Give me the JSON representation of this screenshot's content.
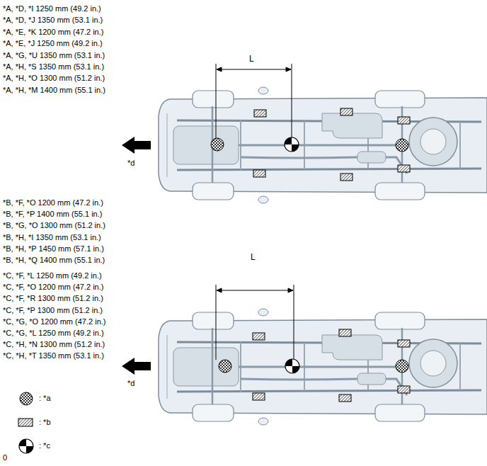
{
  "diagram": {
    "labels": [
      "*A, *D, *I 1250 mm (49.2 in.)",
      "*A, *D, *J 1350 mm (53.1 in.)",
      "*A, *E, *K 1200 mm (47.2 in.)",
      "*A, *E, *J 1250 mm (49.2 in.)",
      "*A, *G, *U 1350 mm (53.1 in.)",
      "*A, *H, *S 1350 mm (53.1 in.)",
      "*A, *H, *O 1300 mm (51.2 in.)",
      "*A, *H, *M 1400 mm (55.1 in.)",
      "L",
      "*d",
      "*B, *F, *O 1200 mm (47.2 in.)",
      "*B, *F, *P 1400 mm (55.1 in.)",
      "*B, *G, *O 1300 mm (51.2 in.)",
      "*B, *H, *I 1350 mm (53.1 in.)",
      "*B, *H, *P 1450 mm (57.1 in.)",
      "*B, *H, *Q 1400 mm (55.1 in.)",
      "*C, *F, *L 1250 mm (49.2 in.)",
      "*C, *F, *O 1200 mm (47.2 in.)",
      "*C, *F, *R 1300 mm (51.2 in.)",
      "*C, *F, *P 1300 mm (51.2 in.)",
      "*C, *G, *O 1200 mm (47.2 in.)",
      "*C, *G, *L 1250 mm (49.2 in.)",
      "*C, *H, *N 1300 mm (51.2 in.)",
      "*C, *H, *T 1350 mm (53.1 in.)",
      "L",
      "*d",
      "0"
    ],
    "legend": [
      {
        "text": ": *a"
      },
      {
        "text": ": *b"
      },
      {
        "text": ": *c"
      }
    ]
  }
}
